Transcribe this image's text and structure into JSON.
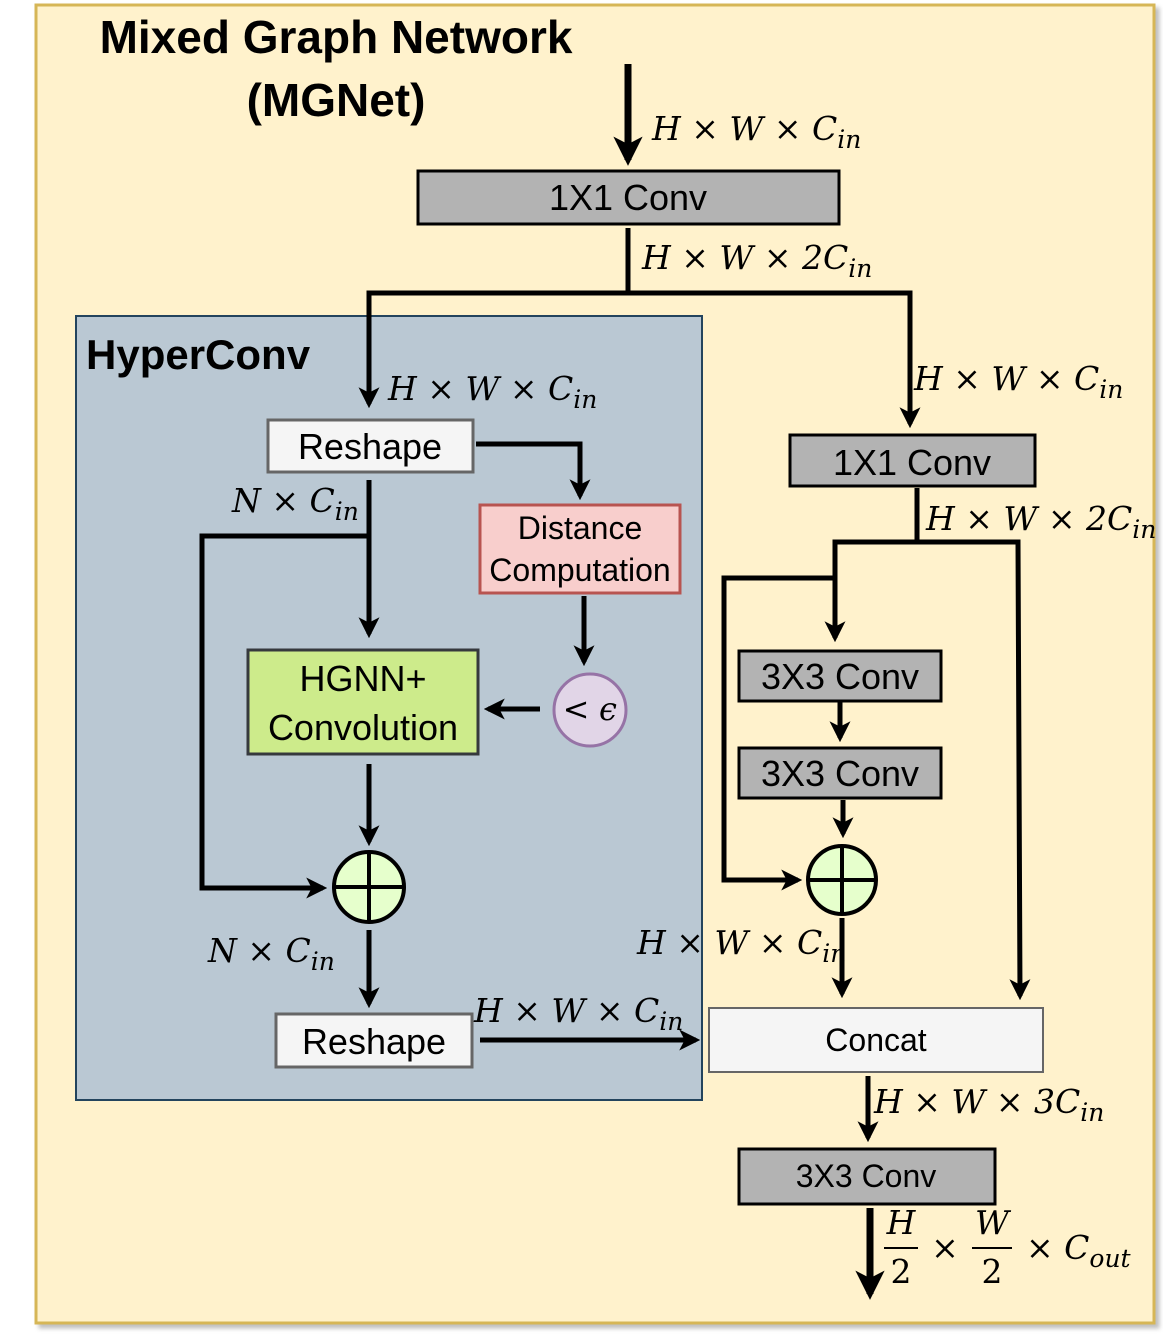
{
  "title_line1": "Mixed Graph Network",
  "title_line2": "(MGNet)",
  "hyperconv_title": "HyperConv",
  "nodes": {
    "conv_top": "1X1 Conv",
    "conv_right": "1X1 Conv",
    "reshape_top": "Reshape",
    "distance_line1": "Distance",
    "distance_line2": "Computation",
    "hgnn_line1": "HGNN+",
    "hgnn_line2": "Convolution",
    "threshold_op": "<",
    "threshold_sym": "ϵ",
    "conv3_a": "3X3 Conv",
    "conv3_b": "3X3 Conv",
    "reshape_bottom": "Reshape",
    "concat": "Concat",
    "conv3_out": "3X3 Conv"
  },
  "dims": {
    "input": {
      "main": "H × W × C",
      "sub": "in"
    },
    "after_conv_top": {
      "main": "H × W × 2C",
      "sub": "in"
    },
    "hyper_in": {
      "main": "H × W × C",
      "sub": "in"
    },
    "right_in": {
      "main": "H × W × C",
      "sub": "in"
    },
    "after_conv_right": {
      "main": "H × W × 2C",
      "sub": "in"
    },
    "reshape_out": {
      "main": "N × C",
      "sub": "in"
    },
    "add_out": {
      "main": "N × C",
      "sub": "in"
    },
    "reshape_bottom_out": {
      "main": "H × W × C",
      "sub": "in"
    },
    "right_add_out": {
      "main": "H × W × C",
      "sub": "in"
    },
    "concat_out": {
      "main": "H × W × 3C",
      "sub": "in"
    },
    "output": {
      "frac_h_num": "H",
      "frac_h_den": "2",
      "times": "×",
      "frac_w_num": "W",
      "frac_w_den": "2",
      "tail": "× C",
      "sub": "out"
    }
  },
  "colors": {
    "outer_bg": "#fff2cc",
    "outer_border": "#d6b656",
    "hyper_bg": "#bac8d3",
    "hyper_border": "#23445d",
    "gray_box": "#b3b3b3",
    "white_box": "#f5f5f5",
    "distance_bg": "#f8cecc",
    "distance_border": "#b85450",
    "hgnn_bg": "#cdeb8b",
    "threshold_bg": "#e1d5e7",
    "threshold_border": "#9673a6",
    "add_bg": "#e6ffcc"
  }
}
